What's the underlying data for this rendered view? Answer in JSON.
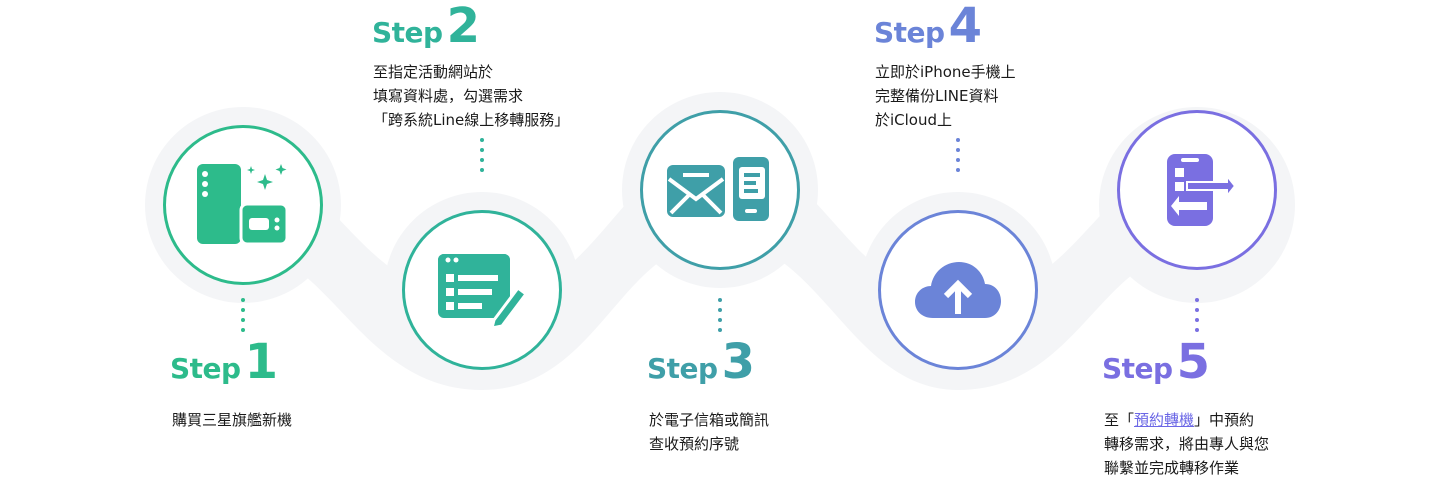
{
  "colors": {
    "step1": "#2dbb8b",
    "step2": "#30b39a",
    "step3": "#3f9fa8",
    "step4": "#6b84d8",
    "step5": "#7a6fe1",
    "wave": "#f4f5f7"
  },
  "steps": [
    {
      "word": "Step",
      "num": "1",
      "desc": "購買三星旗艦新機",
      "icon": "phones-sparkle-icon"
    },
    {
      "word": "Step",
      "num": "2",
      "desc": "至指定活動網站於\n填寫資料處，勾選需求\n「跨系統Line線上移轉服務」",
      "icon": "form-edit-icon"
    },
    {
      "word": "Step",
      "num": "3",
      "desc": "於電子信箱或簡訊\n查收預約序號",
      "icon": "mail-sms-icon"
    },
    {
      "word": "Step",
      "num": "4",
      "desc": "立即於iPhone手機上\n完整備份LINE資料\n於iCloud上",
      "icon": "cloud-upload-icon"
    },
    {
      "word": "Step",
      "num": "5",
      "icon": "phone-transfer-icon",
      "desc_parts": {
        "pre": "至「",
        "link": "預約轉機",
        "post1": "」中預約",
        "line2": "轉移需求，將由專人與您",
        "line3": "聯繫並完成轉移作業"
      }
    }
  ]
}
